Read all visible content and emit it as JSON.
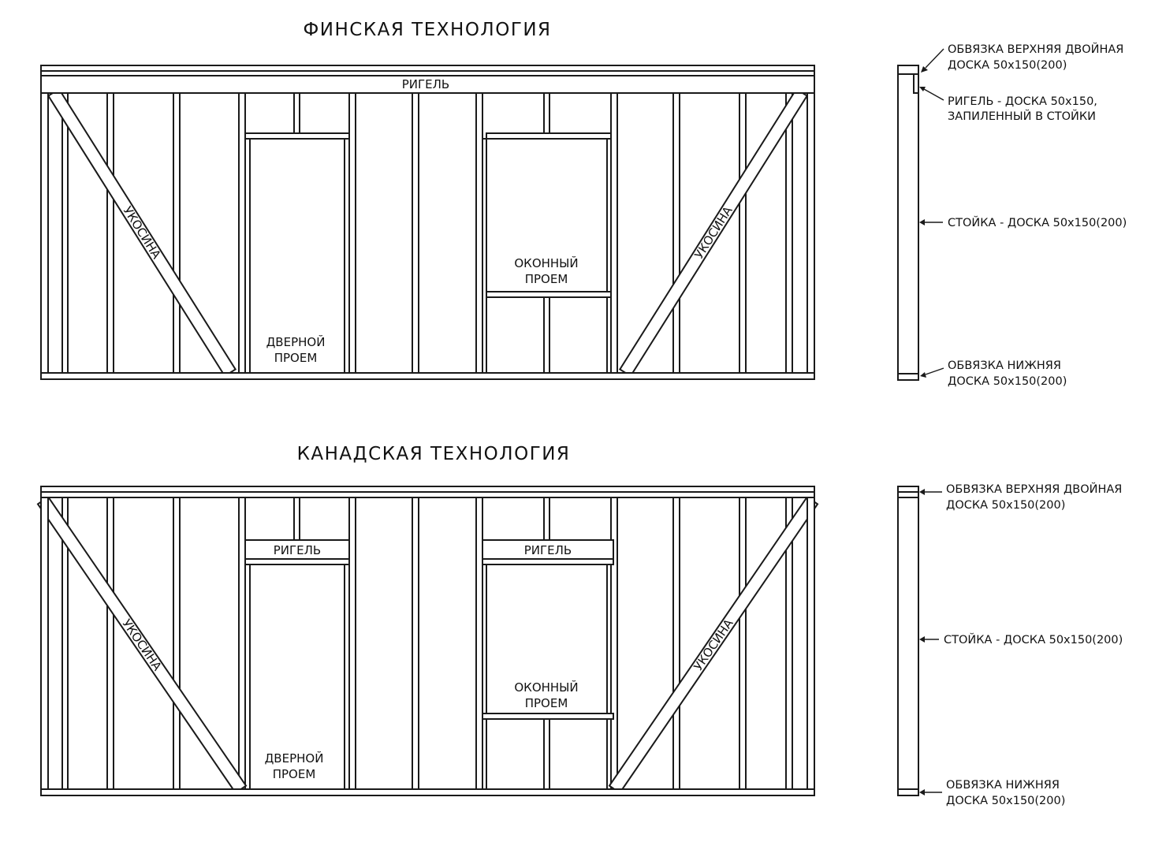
{
  "finnish": {
    "title": "ФИНСКАЯ ТЕХНОЛОГИЯ",
    "rigel": "РИГЕЛЬ",
    "brace_left": "УКОСИНА",
    "brace_right": "УКОСИНА",
    "door": [
      "ДВЕРНОЙ",
      "ПРОЕМ"
    ],
    "window": [
      "ОКОННЫЙ",
      "ПРОЕМ"
    ],
    "section_notes": {
      "top_plate": [
        "ОБВЯЗКА ВЕРХНЯЯ ДВОЙНАЯ",
        "ДОСКА 50х150(200)"
      ],
      "rigel": [
        "РИГЕЛЬ - ДОСКА 50х150,",
        "ЗАПИЛЕННЫЙ В СТОЙКИ"
      ],
      "stud": "СТОЙКА - ДОСКА 50х150(200)",
      "bottom_plate": [
        "ОБВЯЗКА НИЖНЯЯ",
        "ДОСКА 50х150(200)"
      ]
    }
  },
  "canadian": {
    "title": "КАНАДСКАЯ  ТЕХНОЛОГИЯ",
    "rigel_door": "РИГЕЛЬ",
    "rigel_window": "РИГЕЛЬ",
    "brace_left": "УКОСИНА",
    "brace_right": "УКОСИНА",
    "door": [
      "ДВЕРНОЙ",
      "ПРОЕМ"
    ],
    "window": [
      "ОКОННЫЙ",
      "ПРОЕМ"
    ],
    "section_notes": {
      "top_plate": [
        "ОБВЯЗКА ВЕРХНЯЯ ДВОЙНАЯ",
        "ДОСКА 50х150(200)"
      ],
      "stud": "СТОЙКА - ДОСКА 50х150(200)",
      "bottom_plate": [
        "ОБВЯЗКА НИЖНЯЯ",
        "ДОСКА 50х150(200)"
      ]
    }
  }
}
